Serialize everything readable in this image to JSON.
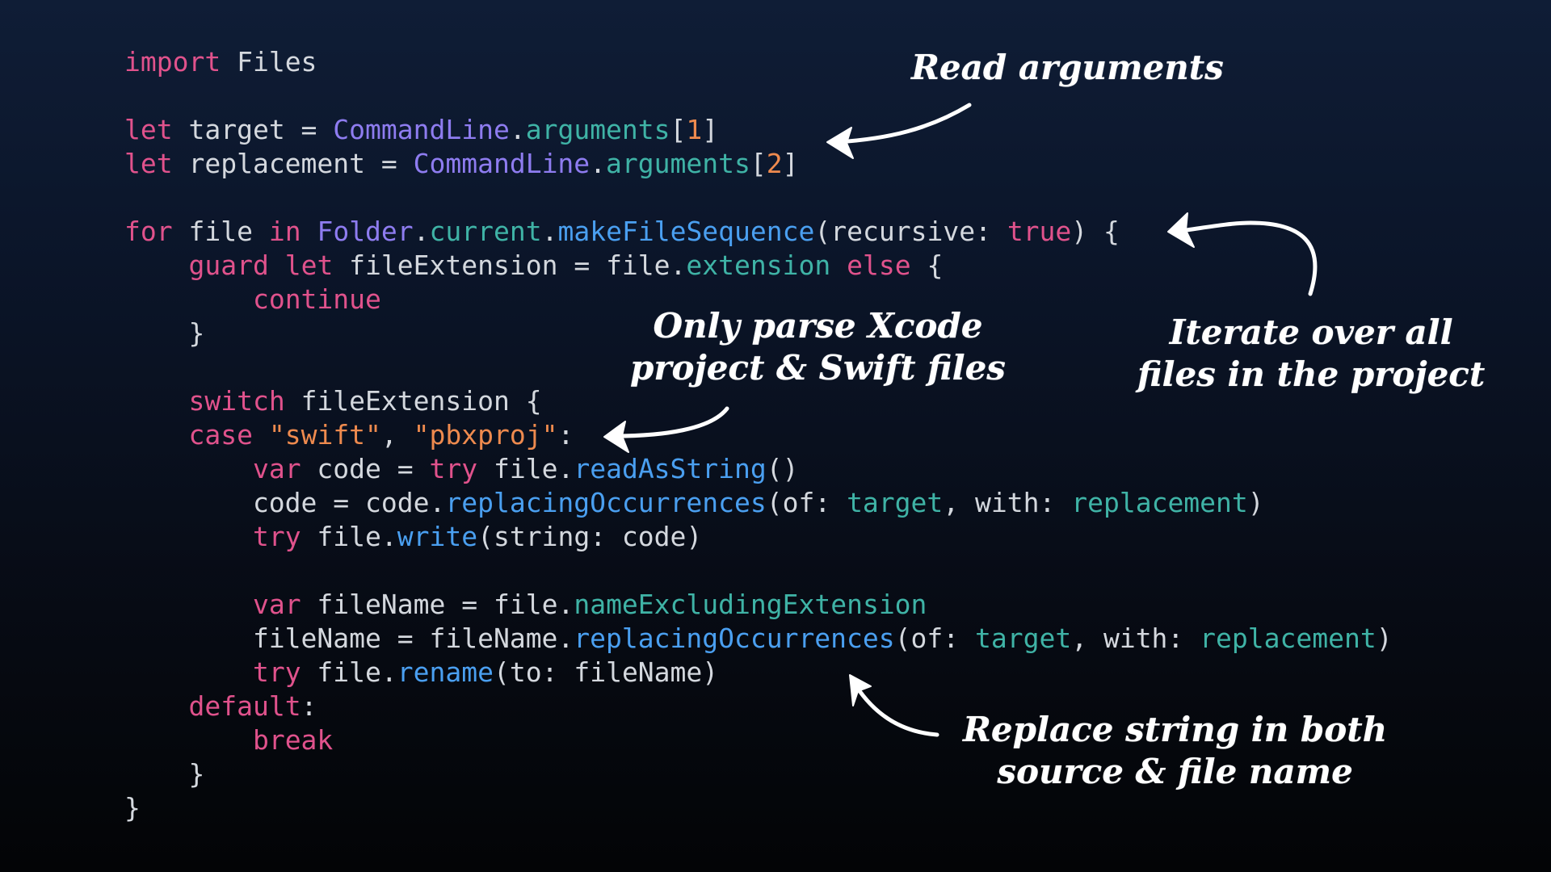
{
  "code": {
    "lines": [
      [
        {
          "t": "import",
          "c": "kw"
        },
        {
          "t": " Files",
          "c": "plain"
        }
      ],
      [],
      [
        {
          "t": "let",
          "c": "kw"
        },
        {
          "t": " target = ",
          "c": "plain"
        },
        {
          "t": "CommandLine",
          "c": "type"
        },
        {
          "t": ".",
          "c": "punc"
        },
        {
          "t": "arguments",
          "c": "prop"
        },
        {
          "t": "[",
          "c": "punc"
        },
        {
          "t": "1",
          "c": "num"
        },
        {
          "t": "]",
          "c": "punc"
        }
      ],
      [
        {
          "t": "let",
          "c": "kw"
        },
        {
          "t": " replacement = ",
          "c": "plain"
        },
        {
          "t": "CommandLine",
          "c": "type"
        },
        {
          "t": ".",
          "c": "punc"
        },
        {
          "t": "arguments",
          "c": "prop"
        },
        {
          "t": "[",
          "c": "punc"
        },
        {
          "t": "2",
          "c": "num"
        },
        {
          "t": "]",
          "c": "punc"
        }
      ],
      [],
      [
        {
          "t": "for",
          "c": "kw"
        },
        {
          "t": " file ",
          "c": "plain"
        },
        {
          "t": "in",
          "c": "kw"
        },
        {
          "t": " ",
          "c": "plain"
        },
        {
          "t": "Folder",
          "c": "type"
        },
        {
          "t": ".",
          "c": "punc"
        },
        {
          "t": "current",
          "c": "prop"
        },
        {
          "t": ".",
          "c": "punc"
        },
        {
          "t": "makeFileSequence",
          "c": "meth"
        },
        {
          "t": "(recursive: ",
          "c": "plain"
        },
        {
          "t": "true",
          "c": "bool"
        },
        {
          "t": ") {",
          "c": "plain"
        }
      ],
      [
        {
          "t": "    ",
          "c": "plain"
        },
        {
          "t": "guard",
          "c": "kw"
        },
        {
          "t": " ",
          "c": "plain"
        },
        {
          "t": "let",
          "c": "kw"
        },
        {
          "t": " fileExtension = file.",
          "c": "plain"
        },
        {
          "t": "extension",
          "c": "prop"
        },
        {
          "t": " ",
          "c": "plain"
        },
        {
          "t": "else",
          "c": "kw"
        },
        {
          "t": " {",
          "c": "plain"
        }
      ],
      [
        {
          "t": "        ",
          "c": "plain"
        },
        {
          "t": "continue",
          "c": "kw"
        }
      ],
      [
        {
          "t": "    }",
          "c": "plain"
        }
      ],
      [],
      [
        {
          "t": "    ",
          "c": "plain"
        },
        {
          "t": "switch",
          "c": "kw"
        },
        {
          "t": " fileExtension {",
          "c": "plain"
        }
      ],
      [
        {
          "t": "    ",
          "c": "plain"
        },
        {
          "t": "case",
          "c": "kw"
        },
        {
          "t": " ",
          "c": "plain"
        },
        {
          "t": "\"swift\"",
          "c": "str"
        },
        {
          "t": ", ",
          "c": "plain"
        },
        {
          "t": "\"pbxproj\"",
          "c": "str"
        },
        {
          "t": ":",
          "c": "plain"
        }
      ],
      [
        {
          "t": "        ",
          "c": "plain"
        },
        {
          "t": "var",
          "c": "kw"
        },
        {
          "t": " code = ",
          "c": "plain"
        },
        {
          "t": "try",
          "c": "kw"
        },
        {
          "t": " file.",
          "c": "plain"
        },
        {
          "t": "readAsString",
          "c": "meth"
        },
        {
          "t": "()",
          "c": "plain"
        }
      ],
      [
        {
          "t": "        code = code.",
          "c": "plain"
        },
        {
          "t": "replacingOccurrences",
          "c": "meth"
        },
        {
          "t": "(of: ",
          "c": "plain"
        },
        {
          "t": "target",
          "c": "prop"
        },
        {
          "t": ", with: ",
          "c": "plain"
        },
        {
          "t": "replacement",
          "c": "prop"
        },
        {
          "t": ")",
          "c": "plain"
        }
      ],
      [
        {
          "t": "        ",
          "c": "plain"
        },
        {
          "t": "try",
          "c": "kw"
        },
        {
          "t": " file.",
          "c": "plain"
        },
        {
          "t": "write",
          "c": "meth"
        },
        {
          "t": "(string: code)",
          "c": "plain"
        }
      ],
      [],
      [
        {
          "t": "        ",
          "c": "plain"
        },
        {
          "t": "var",
          "c": "kw"
        },
        {
          "t": " fileName = file.",
          "c": "plain"
        },
        {
          "t": "nameExcludingExtension",
          "c": "prop"
        }
      ],
      [
        {
          "t": "        fileName = fileName.",
          "c": "plain"
        },
        {
          "t": "replacingOccurrences",
          "c": "meth"
        },
        {
          "t": "(of: ",
          "c": "plain"
        },
        {
          "t": "target",
          "c": "prop"
        },
        {
          "t": ", with: ",
          "c": "plain"
        },
        {
          "t": "replacement",
          "c": "prop"
        },
        {
          "t": ")",
          "c": "plain"
        }
      ],
      [
        {
          "t": "        ",
          "c": "plain"
        },
        {
          "t": "try",
          "c": "kw"
        },
        {
          "t": " file.",
          "c": "plain"
        },
        {
          "t": "rename",
          "c": "meth"
        },
        {
          "t": "(to: fileName)",
          "c": "plain"
        }
      ],
      [
        {
          "t": "    ",
          "c": "plain"
        },
        {
          "t": "default",
          "c": "kw"
        },
        {
          "t": ":",
          "c": "plain"
        }
      ],
      [
        {
          "t": "        ",
          "c": "plain"
        },
        {
          "t": "break",
          "c": "kw"
        }
      ],
      [
        {
          "t": "    }",
          "c": "plain"
        }
      ],
      [
        {
          "t": "}",
          "c": "plain"
        }
      ]
    ]
  },
  "annotations": {
    "read_arguments": {
      "lines": [
        "Read arguments"
      ]
    },
    "iterate_files": {
      "lines": [
        "Iterate over all",
        "files in the project"
      ]
    },
    "only_parse": {
      "lines": [
        "Only parse Xcode",
        "project & Swift files"
      ]
    },
    "replace_string": {
      "lines": [
        "Replace string in both",
        "source & file name"
      ]
    }
  },
  "colors": {
    "keyword": "#e0528c",
    "type": "#8e7cf0",
    "property": "#3fb3a6",
    "method": "#4a9ff0",
    "literal": "#ee8a4e",
    "plain": "#d4d8de",
    "annotation": "#ffffff"
  }
}
